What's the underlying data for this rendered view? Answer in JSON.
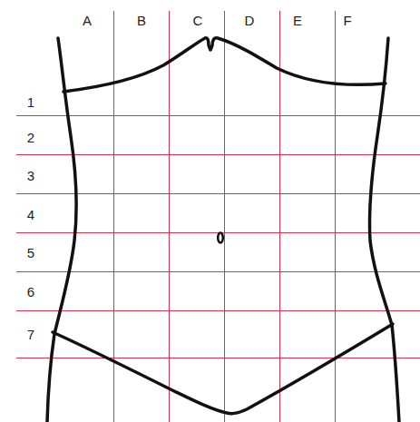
{
  "diagram": {
    "labels": [
      "A",
      "B",
      "C",
      "D",
      "E",
      "F",
      "1",
      "2",
      "3",
      "4",
      "5",
      "6",
      "7"
    ]
  }
}
